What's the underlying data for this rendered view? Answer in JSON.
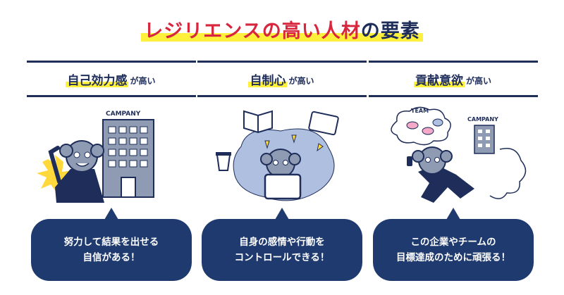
{
  "title": {
    "part1": "レジリエンスの高い人材",
    "part2": "の要素"
  },
  "columns": [
    {
      "heading": "自己効力感",
      "suffix": "が高い",
      "sign": "CAMPANY",
      "line1": "努力して結果を出せる",
      "line2": "自信がある！"
    },
    {
      "heading": "自制心",
      "suffix": "が高い",
      "line1": "自身の感情や行動を",
      "line2": "コントロールできる！"
    },
    {
      "heading": "貢献意欲",
      "suffix": "が高い",
      "sign_team": "TEAM",
      "sign": "CAMPANY",
      "line1": "この企業やチームの",
      "line2": "目標達成のために頑張る！"
    }
  ],
  "colors": {
    "navy": "#1e2d5a",
    "red": "#d7263d",
    "yellow": "#fff03c",
    "building": "#8e9bb3",
    "bubble": "#1e3a6e"
  }
}
